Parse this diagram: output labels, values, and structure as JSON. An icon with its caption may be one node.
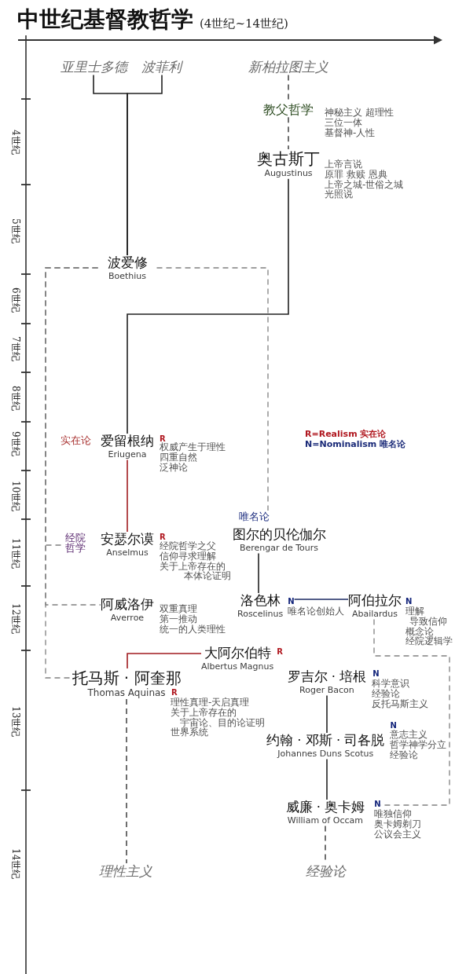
{
  "diagram": {
    "title": "中世纪基督教哲学",
    "nodes": [
      {
        "text": [
          "亚里士多德"
        ]
      },
      {
        "text": [
          "波菲利"
        ]
      },
      {
        "text": [
          "新柏拉图主义"
        ]
      },
      {
        "text": [
          "教父哲学"
        ],
        "beside": [
          "神秘主义 超理性",
          "三位一体",
          "基督神-人性"
        ]
      },
      {
        "text": [
          "奥古斯丁",
          "Augustinus"
        ],
        "beside": [
          "上帝言说",
          "原罪 救赎 恩典",
          "上帝之城-世俗之城",
          "光照说"
        ]
      },
      {
        "text": [
          "波爱修",
          "Boethius"
        ]
      },
      {
        "text": [
          "爱留根纳",
          "Eriugena"
        ],
        "beside": [
          "R",
          "权威产生于理性",
          "四重自然",
          "泛神论"
        ]
      },
      {
        "text": [
          "唯名论"
        ]
      },
      {
        "text": [
          "经院哲学"
        ]
      },
      {
        "text": [
          "安瑟尔谟",
          "Anselmus"
        ],
        "beside": [
          "R",
          "经院哲学之父",
          "信仰寻求理解",
          "关于上帝存在的本体论证明"
        ]
      },
      {
        "text": [
          "图尔的贝伦伽尔",
          "Berengar de Tours"
        ]
      },
      {
        "text": [
          "阿威洛伊",
          "Averroe"
        ],
        "beside": [
          "双重真理",
          "第一推动",
          "统一的人类理性"
        ]
      },
      {
        "text": [
          "洛色林",
          "Roscelinus"
        ],
        "beside": [
          "N",
          "唯名论创始人"
        ]
      },
      {
        "text": [
          "阿伯拉尔",
          "Abailardus"
        ],
        "beside": [
          "N",
          "理解导致信仰",
          "概念论",
          "经院逻辑学"
        ]
      },
      {
        "text": [
          "大阿尔伯特",
          "Albertus Magnus"
        ],
        "beside": [
          "R"
        ]
      },
      {
        "text": [
          "托马斯 · 阿奎那",
          "Thomas Aquinas"
        ],
        "beside": [
          "R",
          "理性真理-天启真理",
          "关于上帝存在的宇宙论、目的论证明",
          "世界系统"
        ]
      },
      {
        "text": [
          "罗吉尔 · 培根",
          "Roger Bacon"
        ],
        "beside": [
          "N",
          "科学意识",
          "经验论",
          "反托马斯主义"
        ]
      },
      {
        "text": [
          "约翰 · 邓斯 · 司各脱",
          "Johannes Duns Scotus"
        ],
        "beside": [
          "N",
          "意志主义",
          "哲学神学分立",
          "经验论"
        ]
      },
      {
        "text": [
          "威廉 · 奥卡姆",
          "William of Occam"
        ],
        "beside": [
          "N",
          "唯独信仰",
          "奥卡姆剃刀",
          "公议会主义"
        ]
      },
      {
        "text": [
          "理性主义"
        ]
      },
      {
        "text": [
          "经验论"
        ]
      }
    ],
    "edges": [
      {
        "from": 0,
        "to": 5,
        "arrow": "none"
      },
      {
        "from": 1,
        "to": 5,
        "arrow": "none"
      },
      {
        "from": 2,
        "to": 3,
        "arrow": "none",
        "style": "dashed"
      },
      {
        "from": 3,
        "to": 4,
        "arrow": "none",
        "style": "dashed"
      },
      {
        "from": 4,
        "to": 6,
        "arrow": "none"
      },
      {
        "from": 5,
        "to": 8,
        "arrow": "none",
        "style": "dashed",
        "color": "#808080"
      },
      {
        "from": 5,
        "to": 11,
        "arrow": "none",
        "style": "dashed",
        "color": "#808080"
      },
      {
        "from": 5,
        "to": 15,
        "arrow": "none",
        "style": "dashed",
        "color": "#808080"
      },
      {
        "from": 5,
        "to": 7,
        "arrow": "none",
        "style": "dashed",
        "color": "#808080"
      },
      {
        "from": 6,
        "to": 9,
        "arrow": "none",
        "color": "#a11d21"
      },
      {
        "from": 10,
        "to": 12,
        "arrow": "none"
      },
      {
        "from": 12,
        "to": 13,
        "arrow": "none",
        "color": "#1b2a63"
      },
      {
        "from": 13,
        "to": 18,
        "arrow": "none",
        "style": "dashed",
        "color": "#808080"
      },
      {
        "from": 14,
        "to": 15,
        "arrow": "none",
        "color": "#a11d21"
      },
      {
        "from": 15,
        "to": 19,
        "arrow": "none",
        "style": "dashed"
      },
      {
        "from": 16,
        "to": 17,
        "arrow": "none"
      },
      {
        "from": 17,
        "to": 18,
        "arrow": "none"
      },
      {
        "from": 18,
        "to": 20,
        "arrow": "none",
        "style": "dashed"
      }
    ],
    "labels": [
      "(4世纪~14世纪)",
      "4世纪",
      "5世纪",
      "6世纪",
      "7世纪",
      "8世纪",
      "9世纪",
      "10世纪",
      "11世纪",
      "12世纪",
      "13世纪",
      "14世纪",
      "实在论",
      "R=Realism 实在论",
      "N=Nominalism 唯名论"
    ]
  }
}
